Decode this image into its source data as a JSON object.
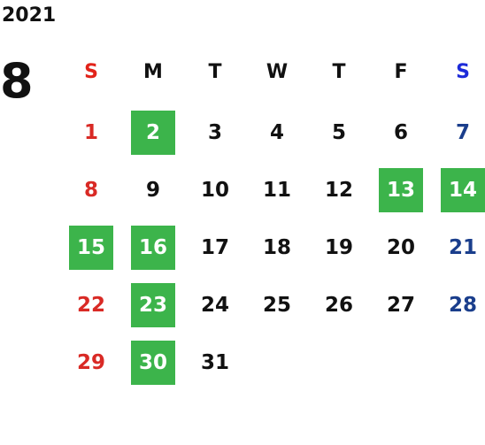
{
  "calendar": {
    "year": "2021",
    "month": "8",
    "weekdays": [
      "S",
      "M",
      "T",
      "W",
      "T",
      "F",
      "S"
    ],
    "weeks": [
      [
        "",
        "",
        "",
        "",
        "",
        "",
        ""
      ],
      [
        "1",
        "2",
        "3",
        "4",
        "5",
        "6",
        "7"
      ],
      [
        "8",
        "9",
        "10",
        "11",
        "12",
        "13",
        "14"
      ],
      [
        "15",
        "16",
        "17",
        "18",
        "19",
        "20",
        "21"
      ],
      [
        "22",
        "23",
        "24",
        "25",
        "26",
        "27",
        "28"
      ],
      [
        "29",
        "30",
        "31",
        "",
        "",
        "",
        ""
      ]
    ],
    "highlighted_days": [
      "2",
      "13",
      "14",
      "15",
      "16",
      "23",
      "30"
    ],
    "colors": {
      "sunday": "#d92a25",
      "saturday": "#1a3e8c",
      "highlight": "#3cb44b"
    }
  }
}
